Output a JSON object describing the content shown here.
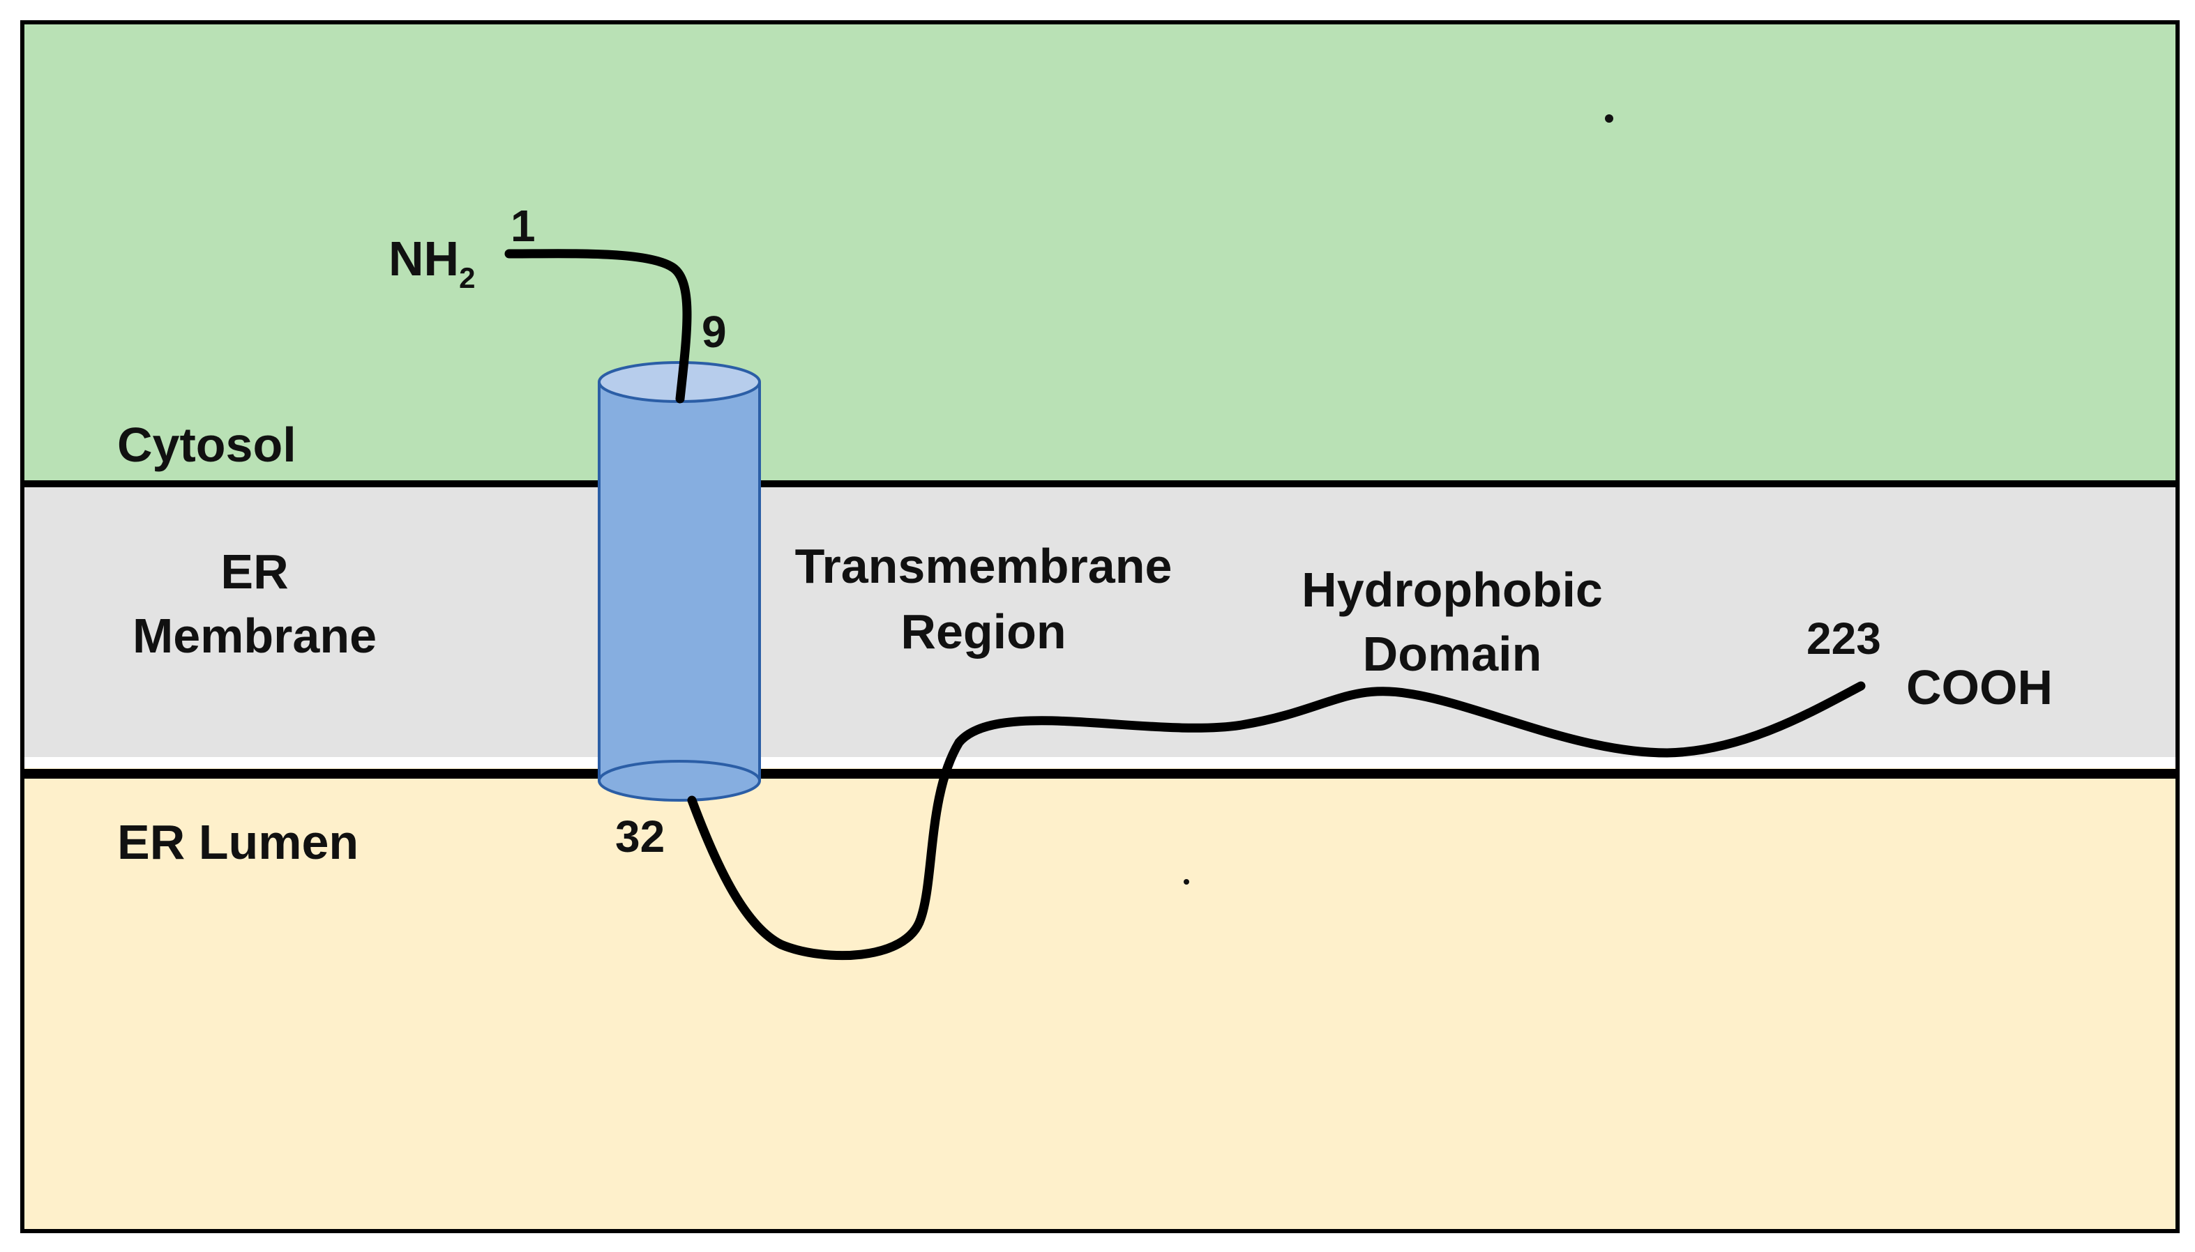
{
  "colors": {
    "cytosol": "#b9e1b5",
    "membrane": "#e3e3e3",
    "lumen": "#fef0cb",
    "helix_body": "#86aee0",
    "helix_top": "#b7cdec",
    "helix_stroke": "#2b5ea6",
    "line": "#000000"
  },
  "regions": {
    "cytosol": "Cytosol",
    "membrane_line1": "ER",
    "membrane_line2": "Membrane",
    "lumen": "ER Lumen"
  },
  "termini": {
    "n_prefix": "NH",
    "n_subscript": "2",
    "c": "COOH"
  },
  "residues": {
    "start": "1",
    "tm_start": "9",
    "tm_end": "32",
    "end": "223"
  },
  "annotations": {
    "tm_line1": "Transmembrane",
    "tm_line2": "Region",
    "hydro_line1": "Hydrophobic",
    "hydro_line2": "Domain"
  }
}
